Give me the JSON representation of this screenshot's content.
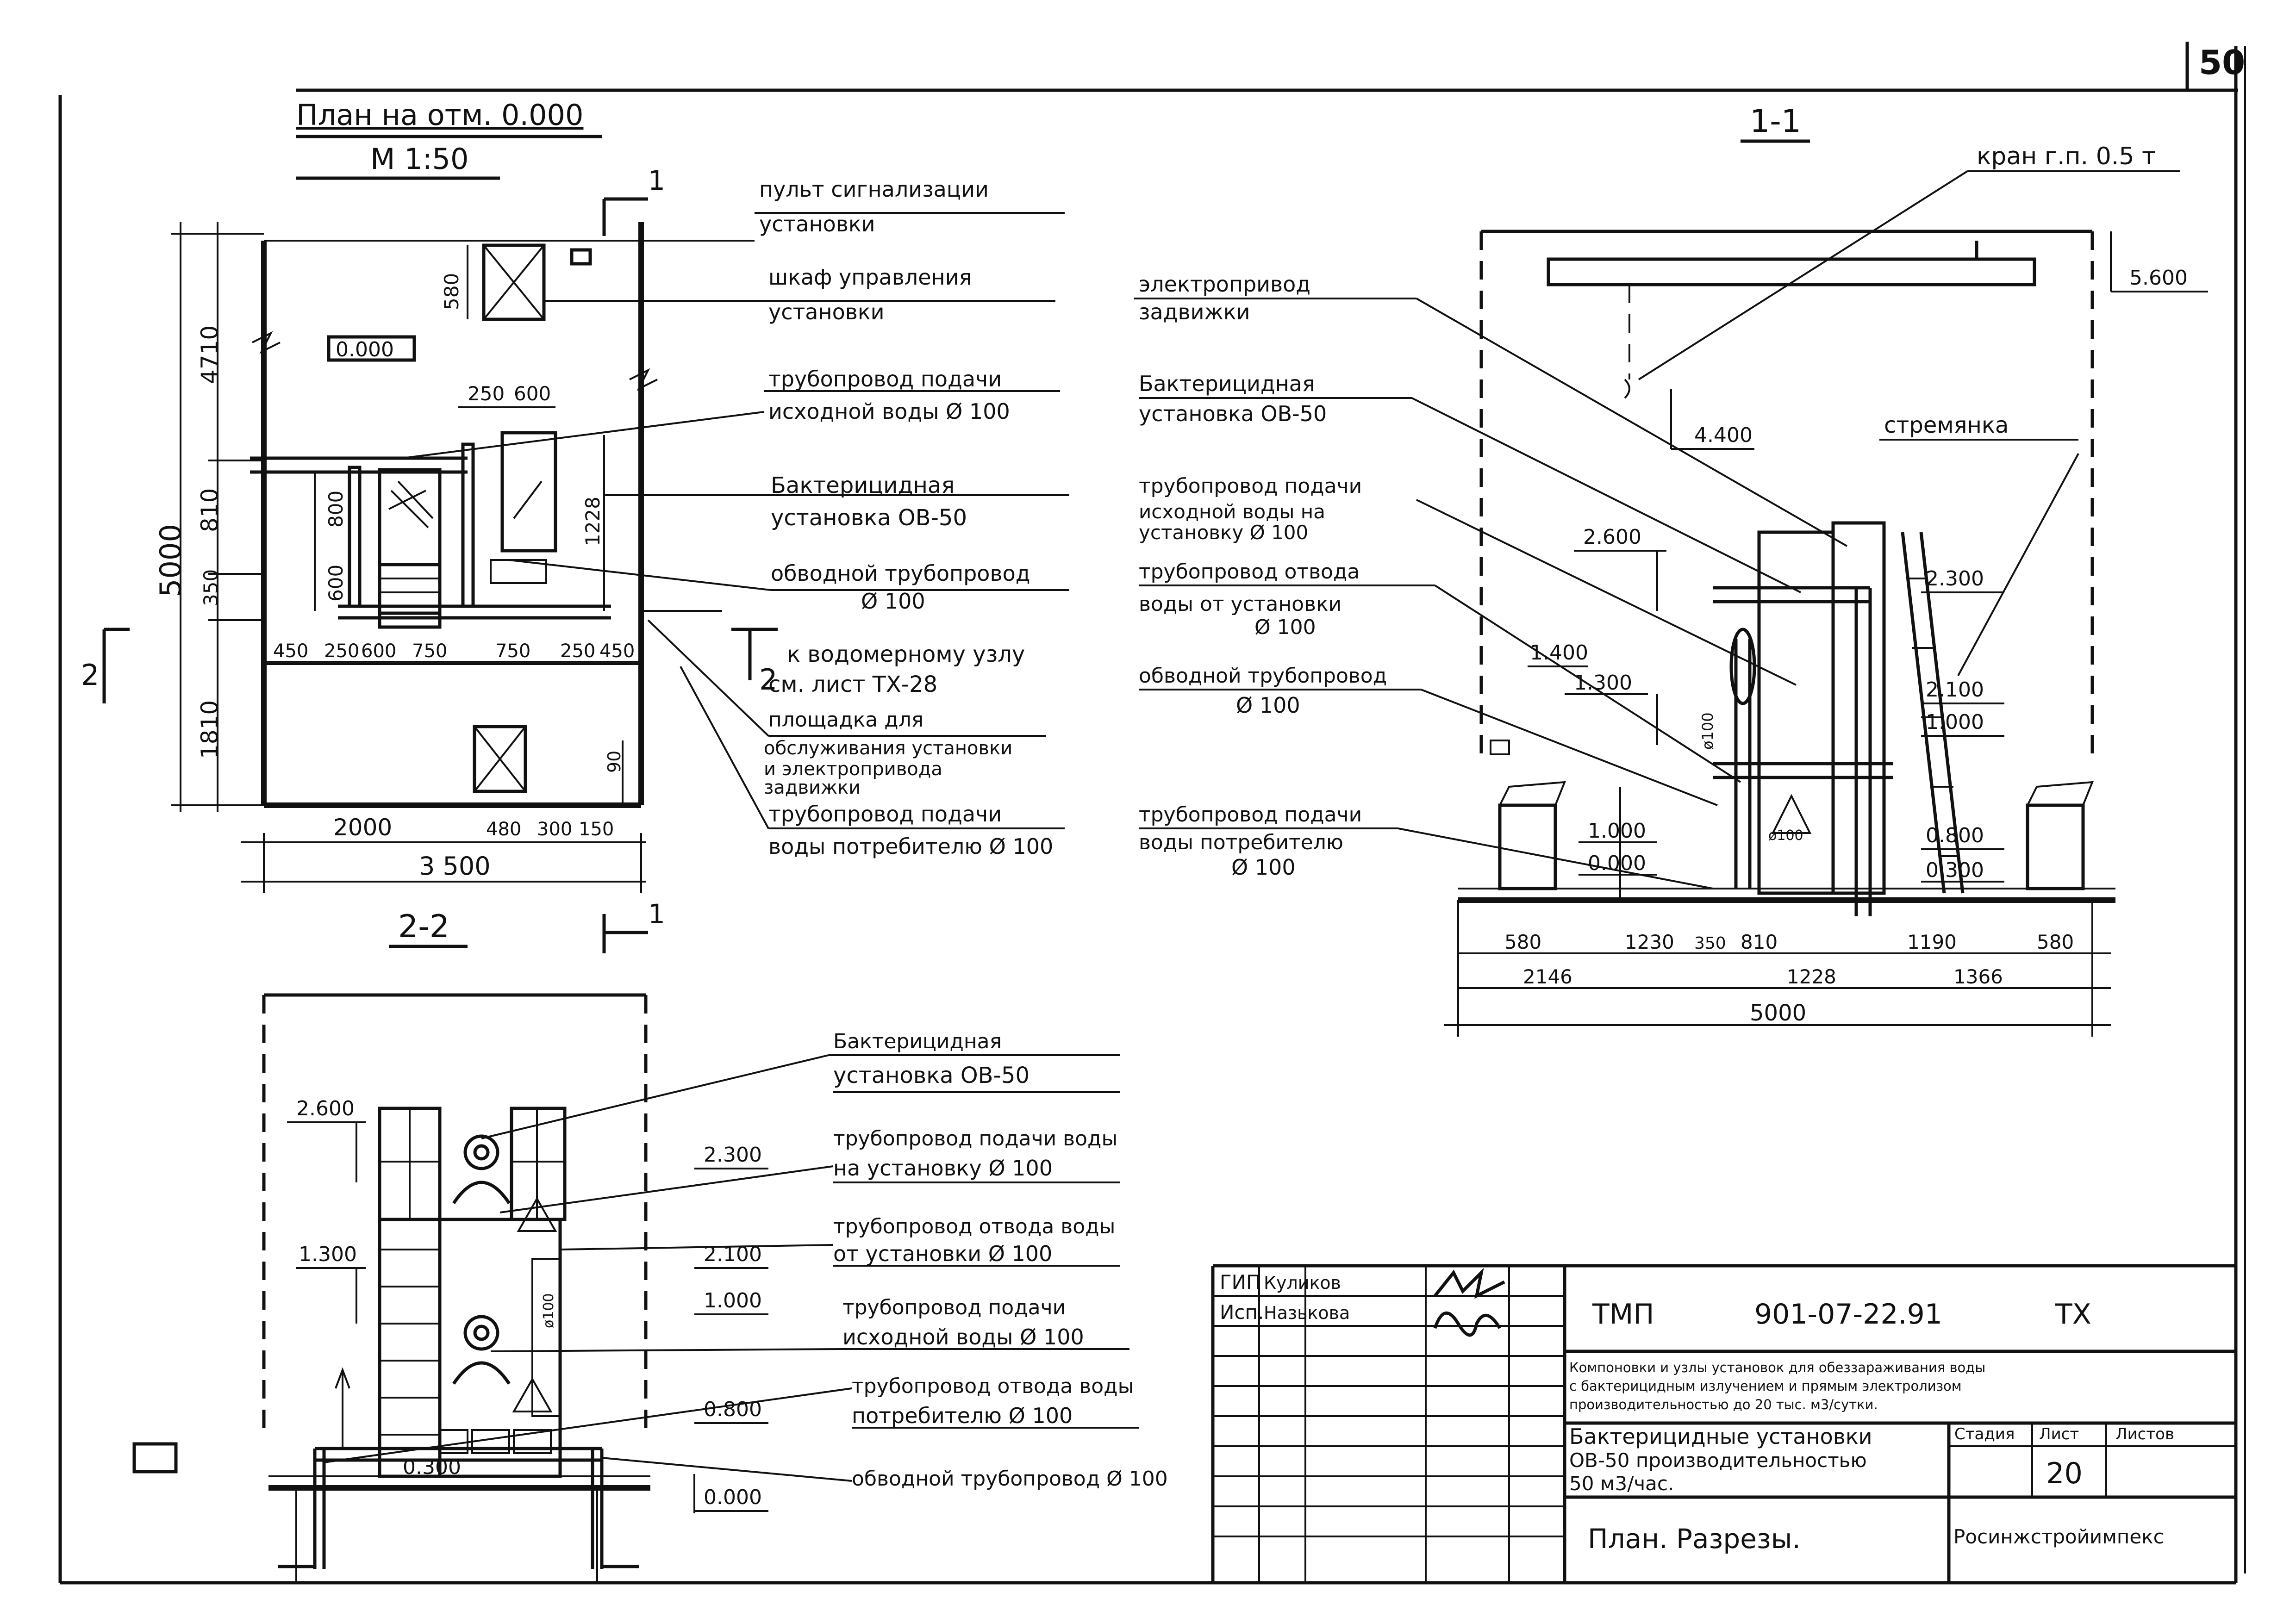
{
  "sheet_number": "50",
  "plan": {
    "title": "План на отм. 0.000",
    "scale": "М 1:50",
    "level_mark": "0.000",
    "dims_vertical": [
      "4710",
      "580",
      "5000",
      "810",
      "350",
      "1810"
    ],
    "dims_inner": [
      "800",
      "600",
      "1228",
      "90"
    ],
    "dims_top": [
      "250",
      "600"
    ],
    "dims_row": [
      "450",
      "250",
      "600",
      "750",
      "750",
      "250",
      "450"
    ],
    "dims_bottom": [
      "2000",
      "480",
      "300",
      "150"
    ],
    "dim_total": "3 500",
    "section_2": "2",
    "section_1": "1"
  },
  "plan_callouts": [
    {
      "l1": "пульт сигнализации",
      "l2": "установки"
    },
    {
      "l1": "шкаф управления",
      "l2": "установки"
    },
    {
      "l1": "трубопровод подачи",
      "l2": "исходной воды Ø 100"
    },
    {
      "l1": "Бактерицидная",
      "l2": "установка ОВ-50"
    },
    {
      "l1": "обводной трубопровод",
      "l2": "Ø 100"
    },
    {
      "l1": "к водомерному узлу",
      "l2": "см. лист ТХ-28"
    },
    {
      "l1": "площадка для",
      "l2": "обслуживания установки",
      "l3": "и электропривода",
      "l4": "задвижки"
    },
    {
      "l1": "трубопровод подачи",
      "l2": "воды потребителю Ø 100"
    }
  ],
  "section11": {
    "title": "1-1",
    "crane": "кран г.п. 0.5 т",
    "ladder": "стремянка",
    "levels": [
      "5.600",
      "4.400",
      "2.600",
      "2.300",
      "1.400",
      "1.300",
      "2.100",
      "1.000",
      "1.000",
      "0.000",
      "0.800",
      "0.300"
    ],
    "pipe_labels": [
      "ø100",
      "ø100"
    ],
    "dims_row1": [
      "580",
      "1230",
      "350",
      "810",
      "1190",
      "580"
    ],
    "dims_row2": [
      "2146",
      "1228",
      "1366"
    ],
    "dim_total": "5000"
  },
  "section11_callouts": [
    {
      "l1": "электропривод",
      "l2": "задвижки"
    },
    {
      "l1": "Бактерицидная",
      "l2": "установка ОВ-50"
    },
    {
      "l1": "трубопровод подачи",
      "l2": "исходной воды на",
      "l3": "установку Ø 100"
    },
    {
      "l1": "трубопровод отвода",
      "l2": "воды от установки",
      "l3": "Ø 100"
    },
    {
      "l1": "обводной трубопровод",
      "l2": "Ø 100"
    },
    {
      "l1": "трубопровод подачи",
      "l2": "воды потребителю",
      "l3": "Ø 100"
    }
  ],
  "section22": {
    "title": "2-2",
    "levels": [
      "2.600",
      "2.300",
      "1.300",
      "2.100",
      "1.000",
      "0.800",
      "0.300",
      "0.000"
    ],
    "pipe_label": "ø100"
  },
  "section22_callouts": [
    {
      "l1": "Бактерицидная",
      "l2": "установка ОВ-50"
    },
    {
      "l1": "трубопровод подачи воды",
      "l2": "на установку Ø 100"
    },
    {
      "l1": "трубопровод отвода воды",
      "l2": "от установки Ø 100"
    },
    {
      "l1": "трубопровод подачи",
      "l2": "исходной воды Ø 100"
    },
    {
      "l1": "трубопровод отвода воды",
      "l2": "потребителю Ø 100"
    },
    {
      "l1": "обводной трубопровод Ø 100"
    }
  ],
  "title_block": {
    "role1": "ГИП",
    "name1": "Куликов",
    "role2": "Исп.",
    "name2": "Назькова",
    "code": "ТМП",
    "number": "901-07-22.91",
    "mark": "ТХ",
    "desc1": "Компоновки и узлы установок для обеззараживания воды",
    "desc2": "с бактерицидным излучением и прямым электролизом",
    "desc3": "производительностью до 20 тыс. м3/сутки.",
    "name_l1": "Бактерицидные установки",
    "name_l2": "ОВ-50 производительностью",
    "name_l3": "50 м3/час.",
    "stage_h": "Стадия",
    "sheet_h": "Лист",
    "sheets_h": "Листов",
    "sheet": "20",
    "content": "План. Разрезы.",
    "org": "Росинжстройимпекс"
  }
}
